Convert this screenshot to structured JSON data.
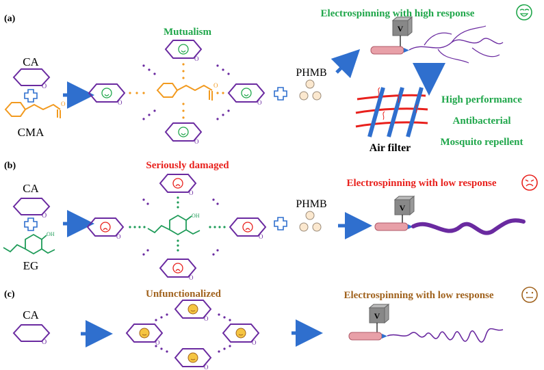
{
  "panels": {
    "a": {
      "label": "(a)",
      "title": "Mutualism",
      "electro": "Electrospinning with high response",
      "reactant1": "CA",
      "reactant2": "CMA",
      "additive": "PHMB",
      "filter_label": "Air filter",
      "benefits": [
        "High performance",
        "Antibacterial",
        "Mosquito repellent"
      ],
      "mood": "happy"
    },
    "b": {
      "label": "(b)",
      "title": "Seriously damaged",
      "electro": "Electrospinning with low response",
      "reactant1": "CA",
      "reactant2": "EG",
      "additive": "PHMB",
      "oh_label": "OH",
      "mood": "sad"
    },
    "c": {
      "label": "(c)",
      "title": "Unfunctionalized",
      "electro": "Electrospinning with low response",
      "reactant1": "CA",
      "mood": "neutral"
    }
  },
  "ring_atom": "O",
  "carbonyl_atom": "O",
  "voltage_label": "V",
  "colors": {
    "green": "#1fa64a",
    "red": "#e8201c",
    "brown": "#a0621d",
    "purple": "#6a2aa0",
    "orange": "#f29a1f",
    "faceYellow": "#f5c542",
    "blue": "#2f6fce",
    "pink": "#e8a0a8",
    "teal": "#1e9b58"
  }
}
